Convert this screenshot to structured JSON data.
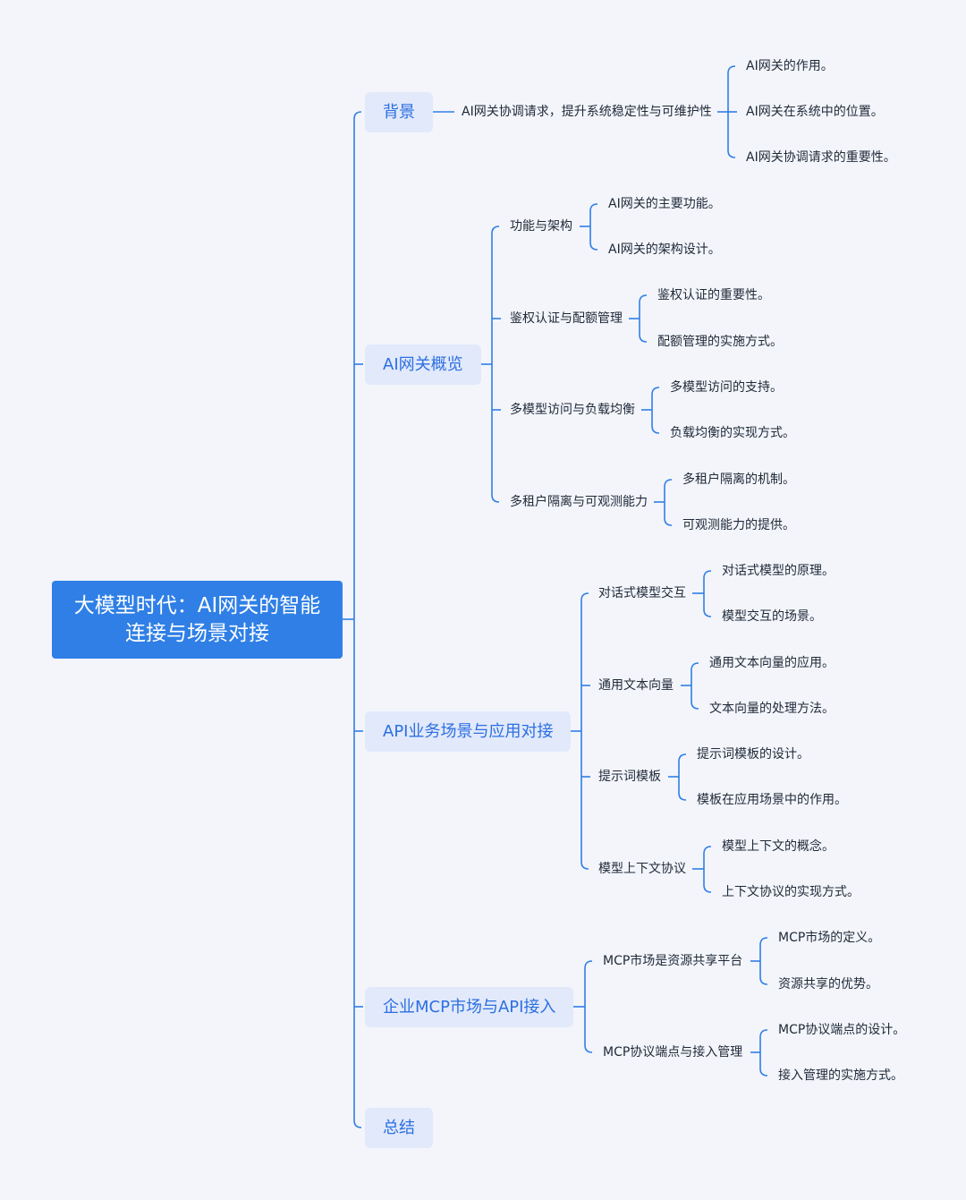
{
  "root": "大模型时代：AI网关的智能连接与场景对接",
  "branches": [
    {
      "label": "背景",
      "children": [
        {
          "label": "AI网关协调请求，提升系统稳定性与可维护性",
          "children": [
            "AI网关的作用。",
            "AI网关在系统中的位置。",
            "AI网关协调请求的重要性。"
          ]
        }
      ]
    },
    {
      "label": "AI网关概览",
      "children": [
        {
          "label": "功能与架构",
          "children": [
            "AI网关的主要功能。",
            "AI网关的架构设计。"
          ]
        },
        {
          "label": "鉴权认证与配额管理",
          "children": [
            "鉴权认证的重要性。",
            "配额管理的实施方式。"
          ]
        },
        {
          "label": "多模型访问与负载均衡",
          "children": [
            "多模型访问的支持。",
            "负载均衡的实现方式。"
          ]
        },
        {
          "label": "多租户隔离与可观测能力",
          "children": [
            "多租户隔离的机制。",
            "可观测能力的提供。"
          ]
        }
      ]
    },
    {
      "label": "API业务场景与应用对接",
      "children": [
        {
          "label": "对话式模型交互",
          "children": [
            "对话式模型的原理。",
            "模型交互的场景。"
          ]
        },
        {
          "label": "通用文本向量",
          "children": [
            "通用文本向量的应用。",
            "文本向量的处理方法。"
          ]
        },
        {
          "label": "提示词模板",
          "children": [
            "提示词模板的设计。",
            "模板在应用场景中的作用。"
          ]
        },
        {
          "label": "模型上下文协议",
          "children": [
            "模型上下文的概念。",
            "上下文协议的实现方式。"
          ]
        }
      ]
    },
    {
      "label": "企业MCP市场与API接入",
      "children": [
        {
          "label": "MCP市场是资源共享平台",
          "children": [
            "MCP市场的定义。",
            "资源共享的优势。"
          ]
        },
        {
          "label": "MCP协议端点与接入管理",
          "children": [
            "MCP协议端点的设计。",
            "接入管理的实施方式。"
          ]
        }
      ]
    },
    {
      "label": "总结",
      "children": []
    }
  ],
  "colors": {
    "line": "#2f7fe6",
    "root_bg": "#2f7fe6",
    "branch_bg": "#e1e9fb",
    "branch_text": "#2d6fe0",
    "text": "#1f2937",
    "page_bg": "#f3f5fb"
  }
}
